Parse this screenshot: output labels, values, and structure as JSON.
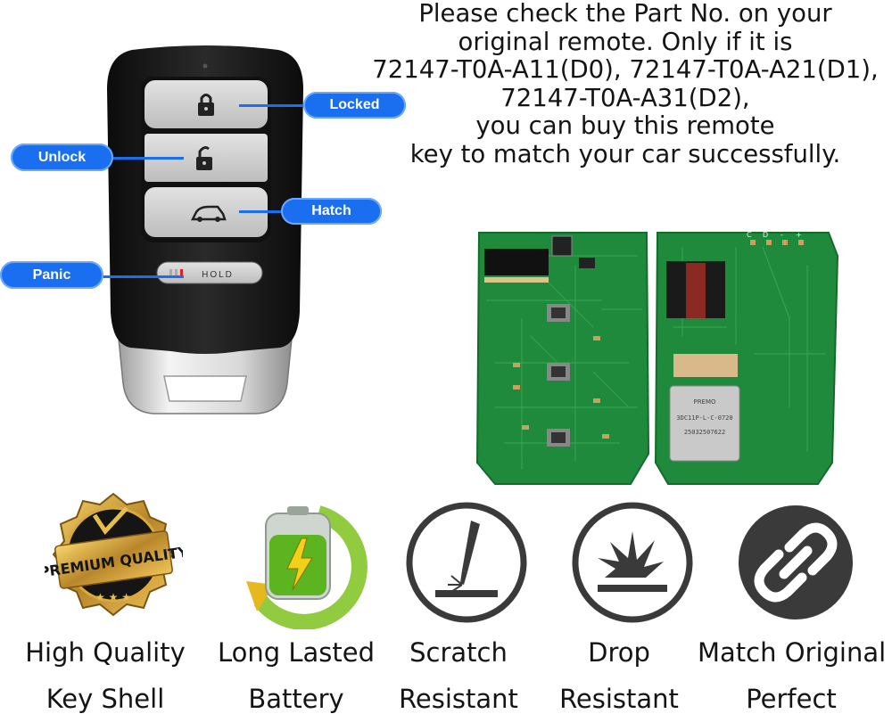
{
  "headline": {
    "lines": [
      "Please check the Part No. on your",
      "original remote. Only if it is",
      "72147-T0A-A11(D0), 72147-T0A-A21(D1),",
      "72147-T0A-A31(D2),",
      "you can buy this remote",
      "key to match your car successfully."
    ]
  },
  "fob": {
    "hold_text": "HOLD",
    "callouts": {
      "locked": "Locked",
      "unlock": "Unlock",
      "hatch": "Hatch",
      "panic": "Panic"
    }
  },
  "pcb": {
    "chip_text": [
      "PREMO",
      "3DC11P-L-C-0720",
      "25032507622"
    ],
    "pad_letters": [
      "C",
      "D",
      "-",
      "+"
    ]
  },
  "features": [
    {
      "icon": "premium-quality-badge-icon",
      "badge_text": "PREMIUM QUALITY",
      "ribbon_text": "PREMIUM QUALITY",
      "line1": "High Quality",
      "line2": "Key Shell"
    },
    {
      "icon": "battery-icon",
      "line1": "Long Lasted",
      "line2": "Battery"
    },
    {
      "icon": "scratch-icon",
      "line1": "Scratch",
      "line2": "Resistant"
    },
    {
      "icon": "drop-icon",
      "line1": "Drop",
      "line2": "Resistant"
    },
    {
      "icon": "chain-link-icon",
      "line1": "Match Original",
      "line2": "Perfect"
    }
  ],
  "colors": {
    "callout_blue": "#1a6ff0",
    "pcb_green": "#1f8a3c",
    "gold": "#d4a62a",
    "icon_gray": "#3a3a3a"
  }
}
